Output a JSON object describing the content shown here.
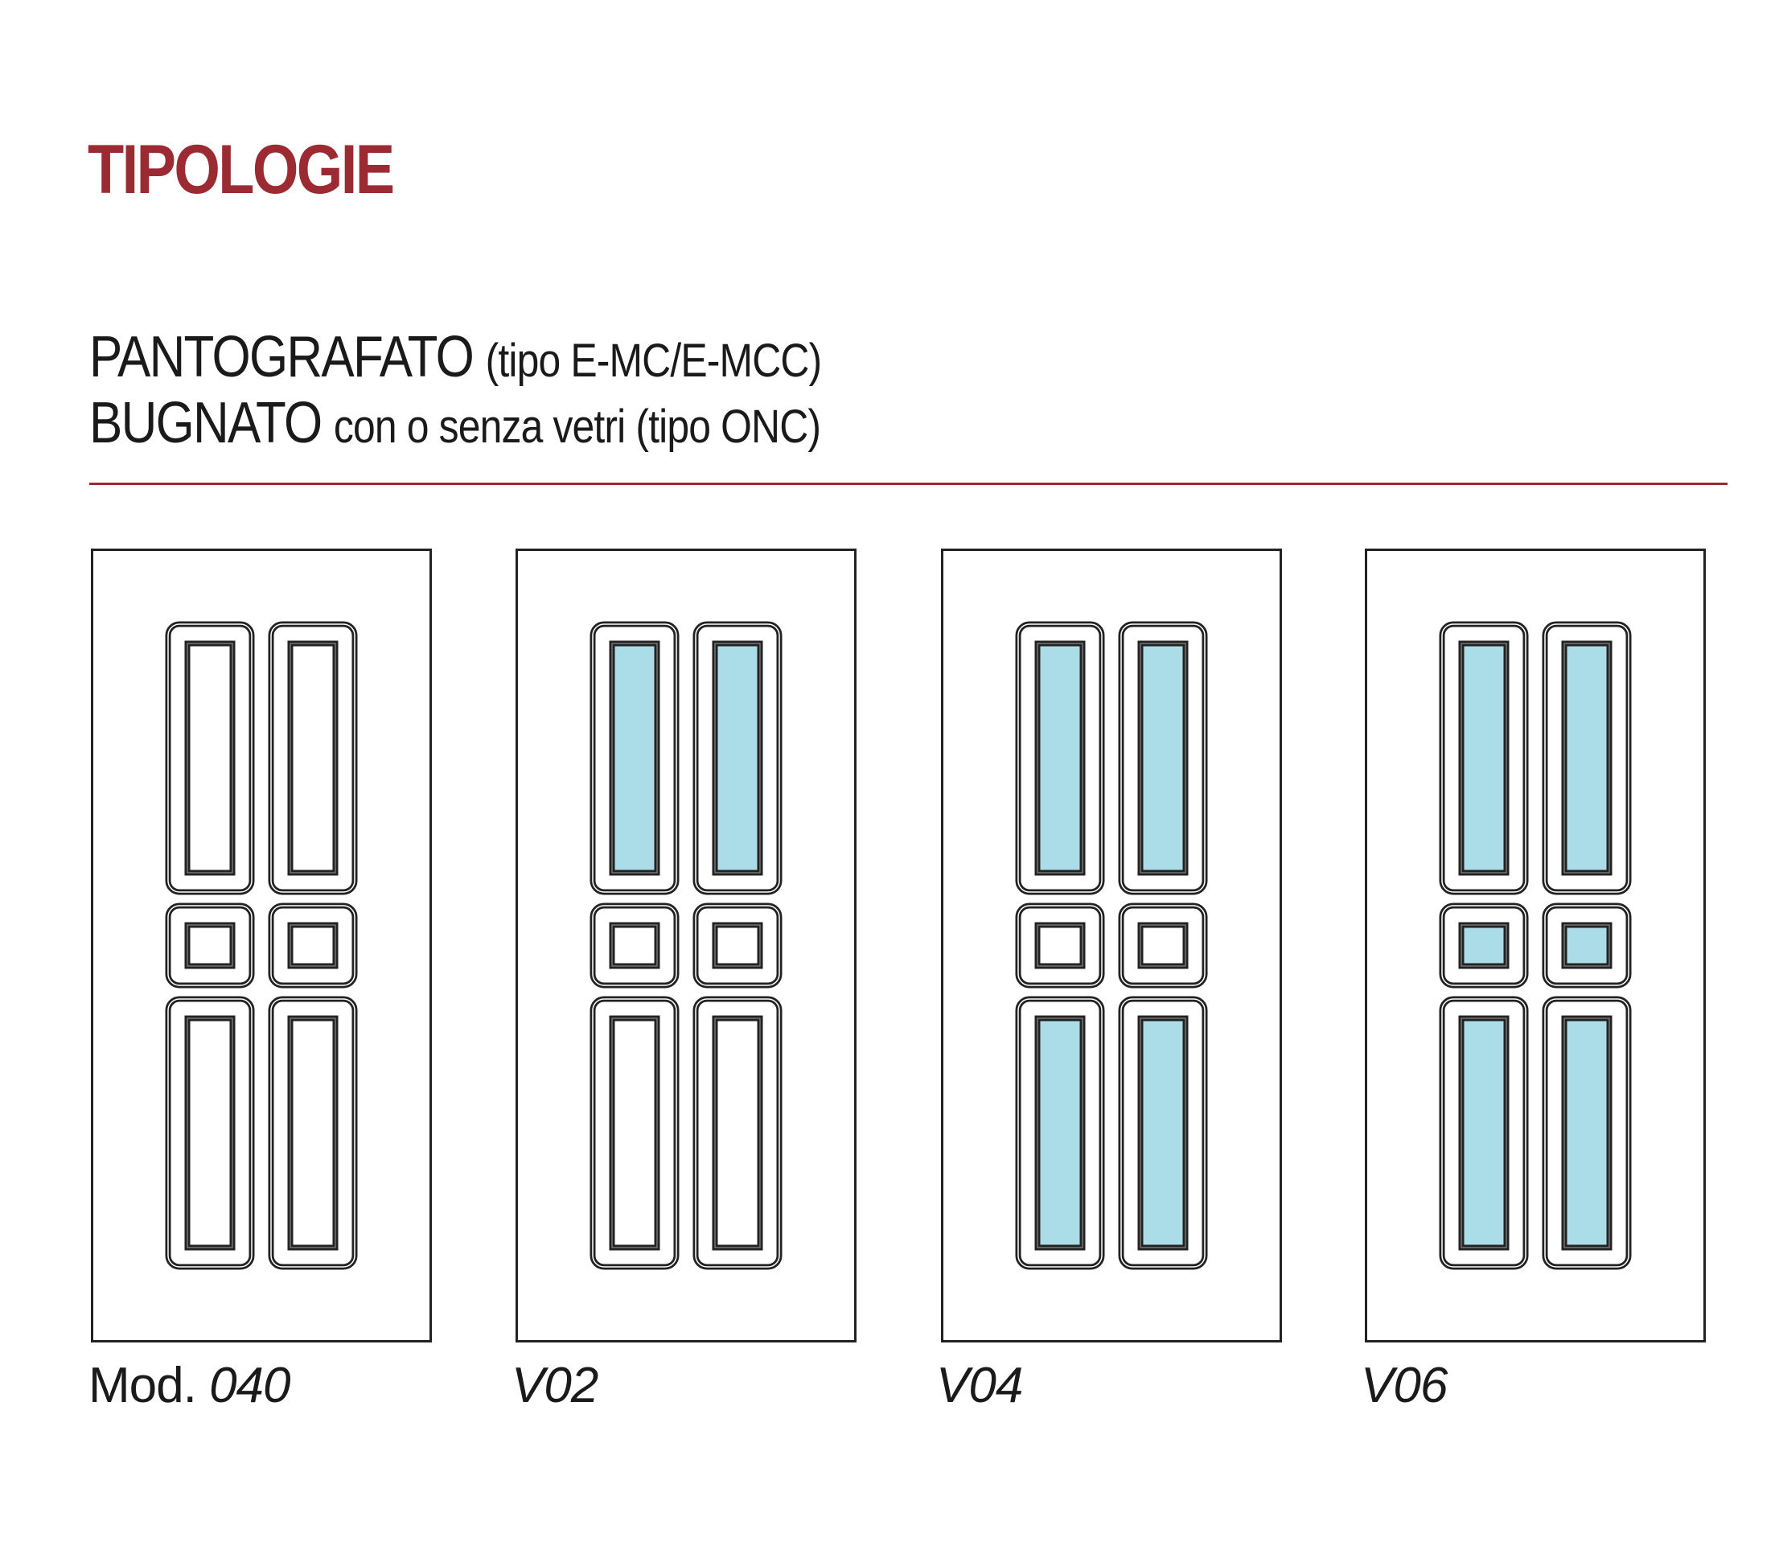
{
  "colors": {
    "accent": "#9b2a32",
    "glass": "#aadde8",
    "line": "#222222"
  },
  "header": {
    "title": "TIPOLOGIE"
  },
  "subtitle": {
    "line1_main": "PANTOGRAFATO",
    "line1_note": "(tipo E-MC/E-MCC)",
    "line2_main": "BUGNATO",
    "line2_note": "con o senza vetri (tipo ONC)"
  },
  "doors": [
    {
      "prefix": "Mod. ",
      "code": "040",
      "glazed": []
    },
    {
      "prefix": "",
      "code": "V02",
      "glazed": [
        "top"
      ]
    },
    {
      "prefix": "",
      "code": "V04",
      "glazed": [
        "top",
        "bottom"
      ]
    },
    {
      "prefix": "",
      "code": "V06",
      "glazed": [
        "top",
        "middle",
        "bottom"
      ]
    }
  ]
}
